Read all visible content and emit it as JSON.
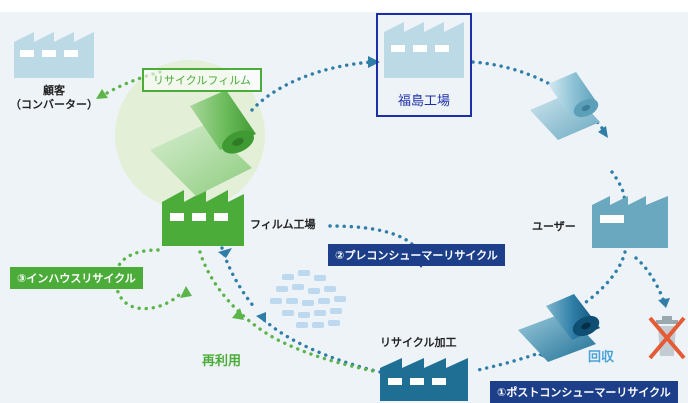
{
  "nodes": {
    "customer": "顧客\n（コンバーター）",
    "fukushima": "福島工場",
    "user": "ユーザー",
    "film_factory": "フィルム工場",
    "recycle_processing": "リサイクル加工",
    "recycle_film": "リサイクルフィルム"
  },
  "flows": {
    "pre_consumer": "②プレコンシューマーリサイクル",
    "in_house": "③インハウスリサイクル",
    "post_consumer": "①ポストコンシューマーリサイクル",
    "reuse": "再利用",
    "collect": "回収"
  },
  "colors": {
    "blue_dotted": "#2f7ea8",
    "green_dotted": "#5cb54a",
    "factory_green": "#4cac3a",
    "factory_light_blue": "#bcd9e6",
    "factory_teal": "#6aa8c0",
    "factory_dark": "#1f6f95",
    "navy": "#1d3f8a",
    "recycle_red": "#e45b34"
  }
}
